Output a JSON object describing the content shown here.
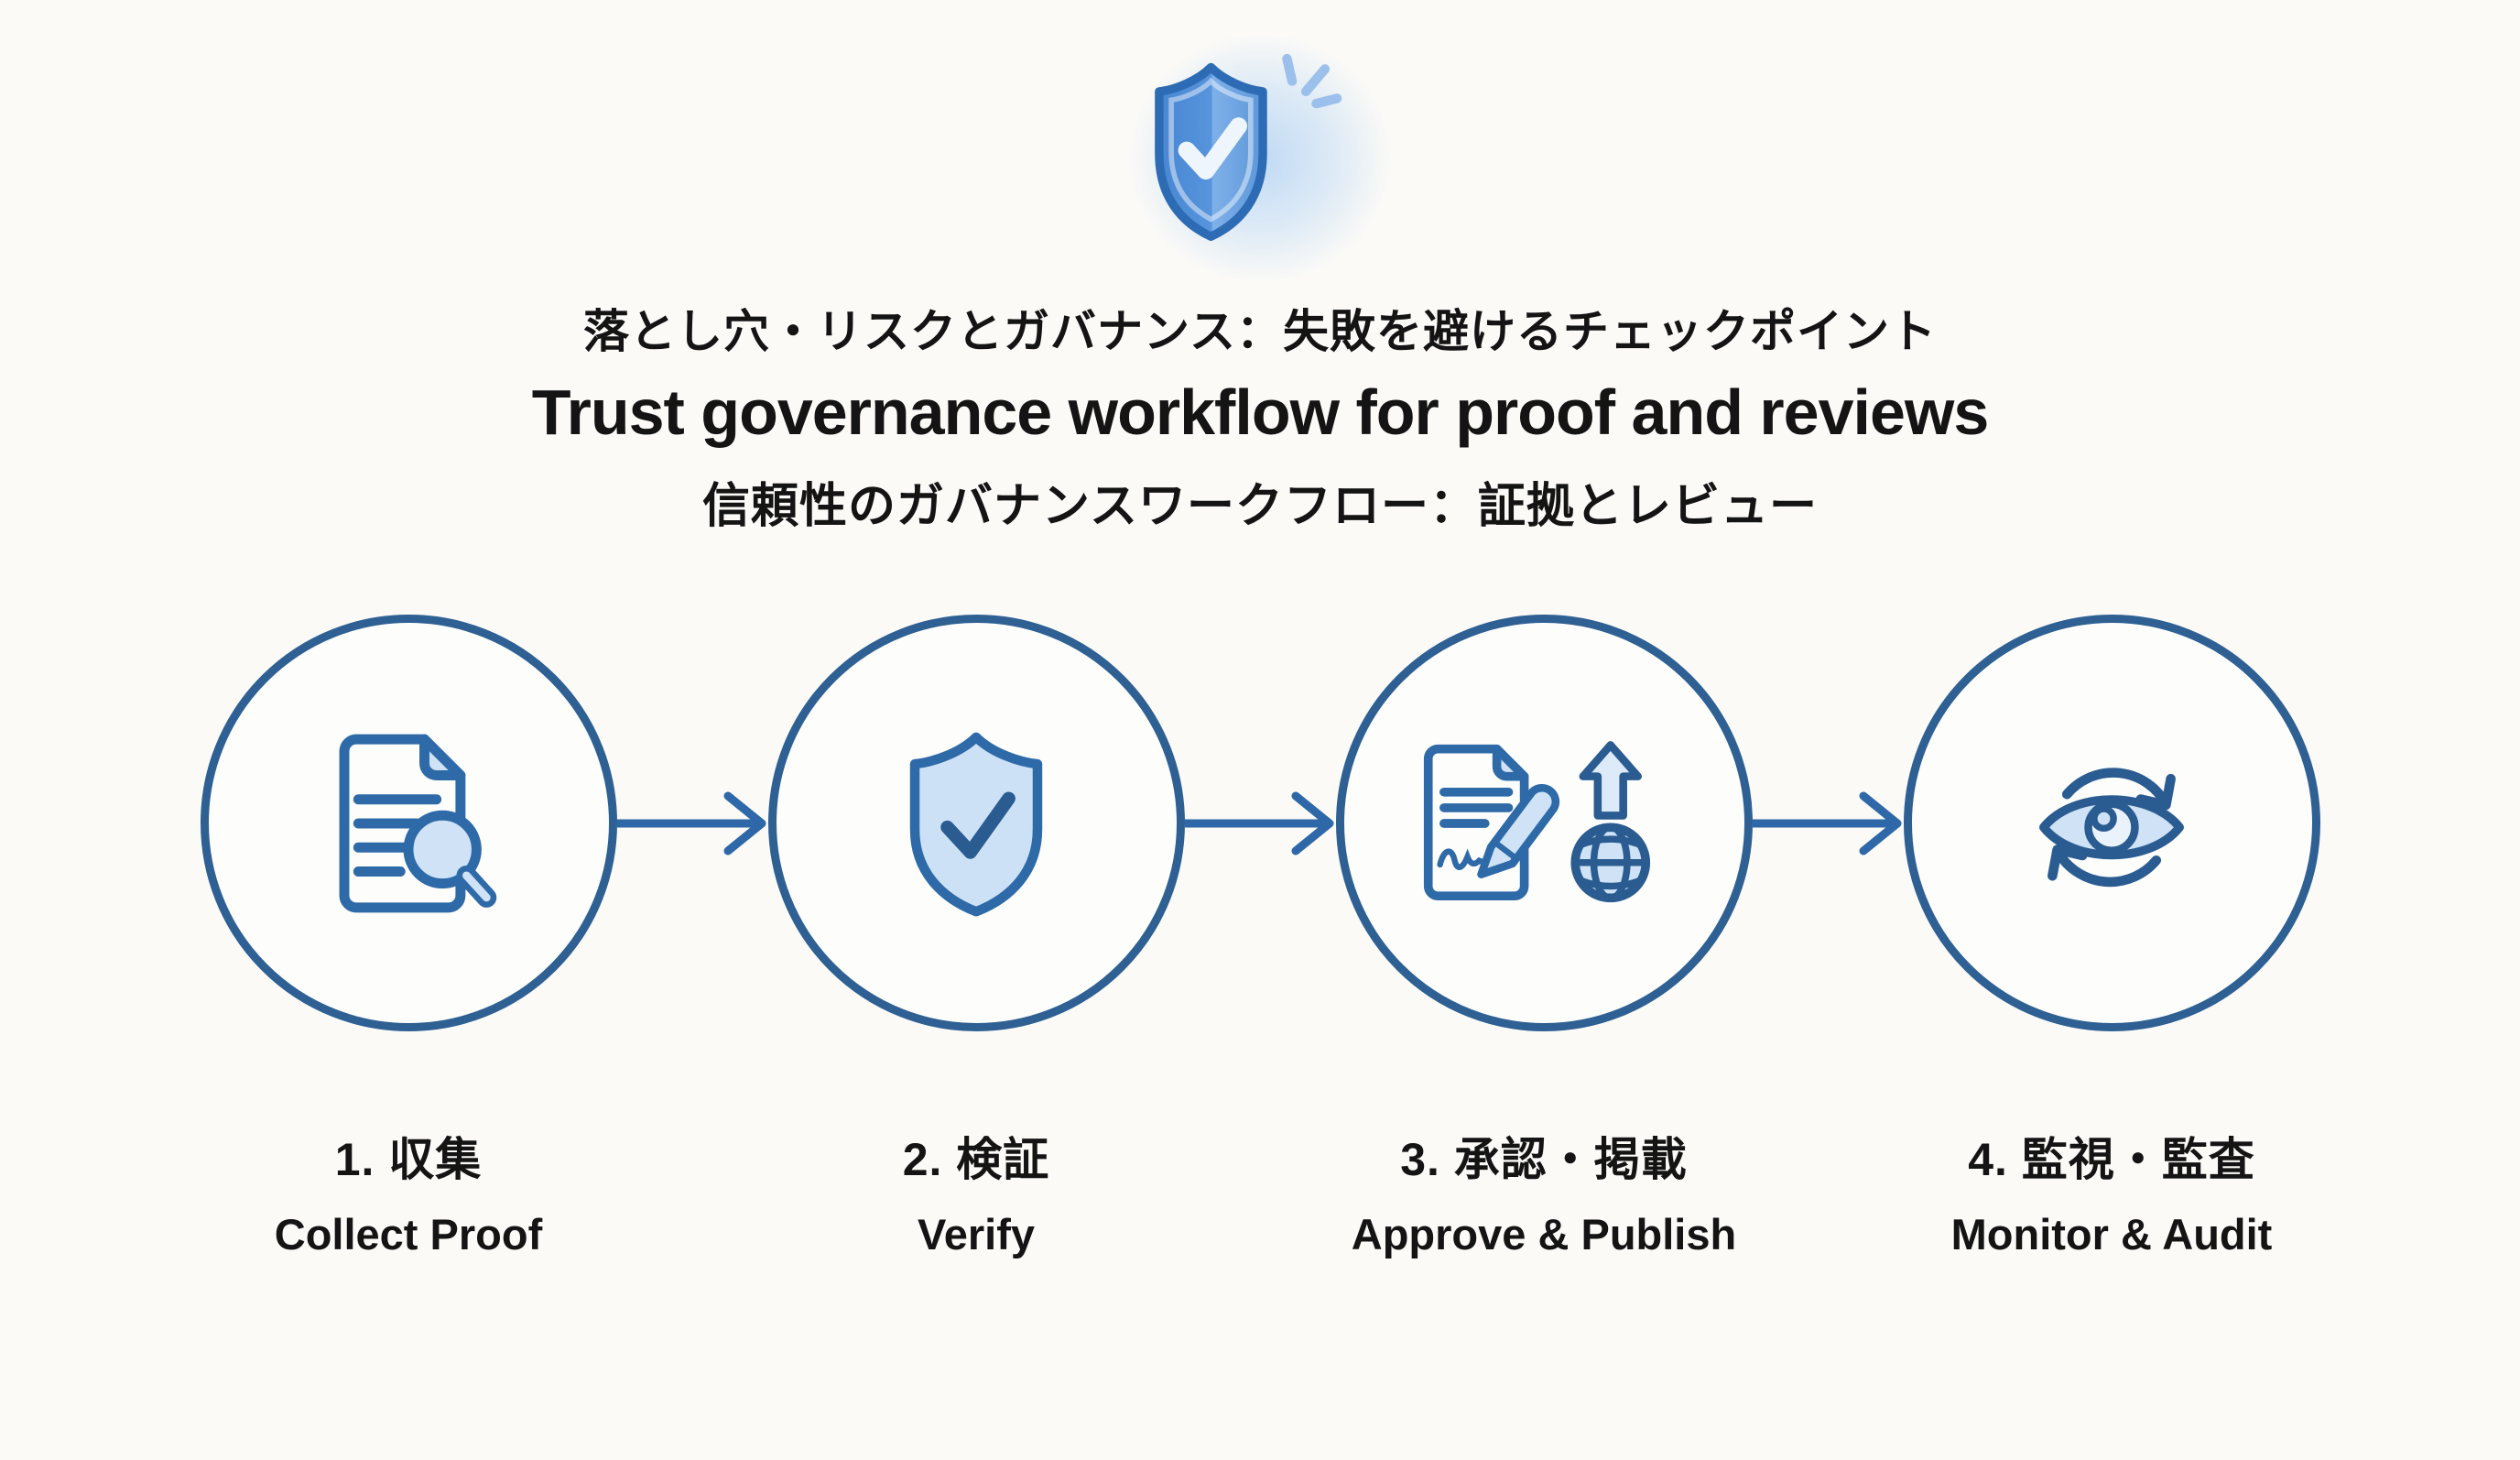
{
  "page": {
    "background": "#fbfaf7",
    "kind": "workflow-infographic"
  },
  "colors": {
    "circle_border": "#2e6093",
    "icon_stroke": "#2e6aa8",
    "icon_fill_light": "#cfe2f6",
    "hero_shield_blue_left": "#4a86d2",
    "hero_shield_blue_right": "#7fb0e8",
    "hero_shield_outline": "#2d6cb4",
    "text": "#141414"
  },
  "header": {
    "hero_icon": "shield-check-badge",
    "title_jp": "落とし穴・リスクとガバナンス：失敗を避けるチェックポイント",
    "title_en": "Trust governance workflow for proof and reviews",
    "subtitle_jp": "信頼性のガバナンスワークフロー：証拠とレビュー"
  },
  "steps": [
    {
      "icon": "document-search",
      "label_jp": "1. 収集",
      "label_en": "Collect Proof"
    },
    {
      "icon": "shield-check",
      "label_jp": "2. 検証",
      "label_en": "Verify"
    },
    {
      "icon": "approve-publish",
      "label_jp": "3. 承認・掲載",
      "label_en": "Approve & Publish"
    },
    {
      "icon": "monitor-audit",
      "label_jp": "4. 監視・監査",
      "label_en": "Monitor & Audit"
    }
  ],
  "connector": {
    "icon": "arrow-right",
    "count": 3
  }
}
